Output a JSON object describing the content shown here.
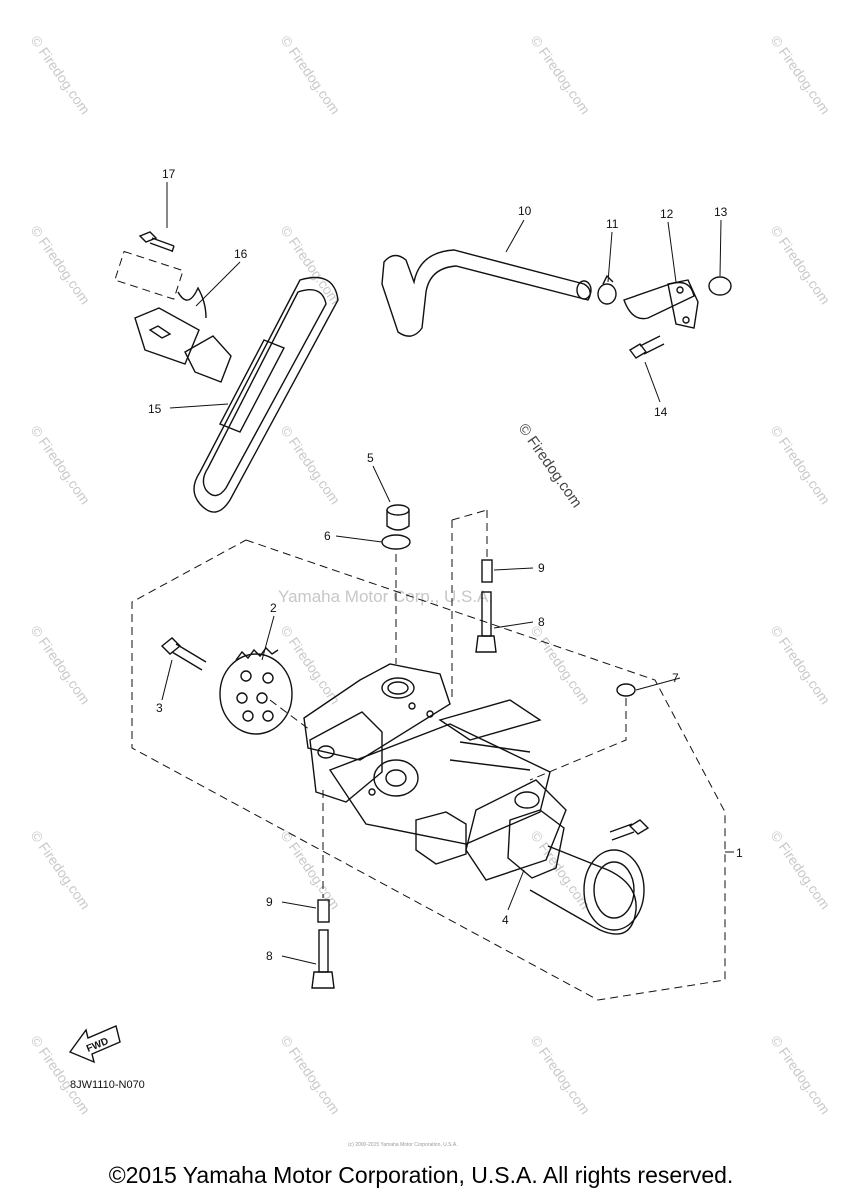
{
  "watermark": {
    "site": "© Firedog.com",
    "center": "Yamaha Motor Corp., U.S.A."
  },
  "callouts": [
    {
      "id": "1",
      "label": "1"
    },
    {
      "id": "2",
      "label": "2"
    },
    {
      "id": "3",
      "label": "3"
    },
    {
      "id": "4",
      "label": "4"
    },
    {
      "id": "5",
      "label": "5"
    },
    {
      "id": "6",
      "label": "6"
    },
    {
      "id": "7",
      "label": "7"
    },
    {
      "id": "8a",
      "label": "8"
    },
    {
      "id": "8b",
      "label": "8"
    },
    {
      "id": "9a",
      "label": "9"
    },
    {
      "id": "9b",
      "label": "9"
    },
    {
      "id": "10",
      "label": "10"
    },
    {
      "id": "11",
      "label": "11"
    },
    {
      "id": "12",
      "label": "12"
    },
    {
      "id": "13",
      "label": "13"
    },
    {
      "id": "14",
      "label": "14"
    },
    {
      "id": "15",
      "label": "15"
    },
    {
      "id": "16",
      "label": "16"
    },
    {
      "id": "17",
      "label": "17"
    }
  ],
  "fwd_label": "FWD",
  "diagram_code": "8JW1110-N070",
  "small_print": "(c) 2000-2015 Yamaha Motor Corporation, U.S.A.",
  "copyright": "©2015 Yamaha Motor Corporation, U.S.A. All rights reserved."
}
